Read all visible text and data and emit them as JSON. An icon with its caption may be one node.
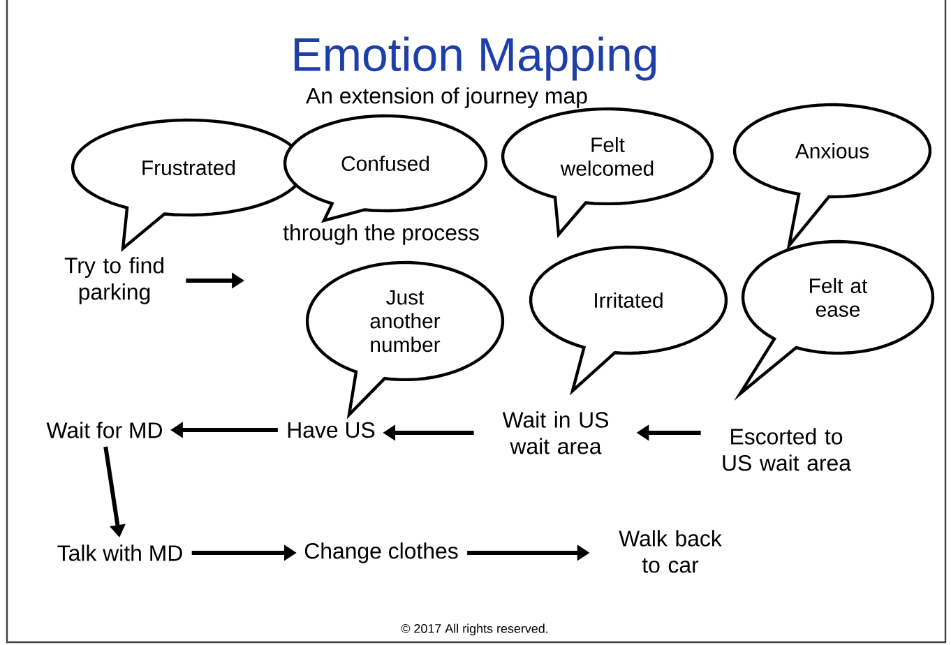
{
  "diagram": {
    "title": "Emotion Mapping",
    "nodes": [
      {
        "text": [
          "Frustrated"
        ]
      },
      {
        "text": [
          "Confused"
        ]
      },
      {
        "text": [
          "Felt welcomed"
        ]
      },
      {
        "text": [
          "Anxious"
        ]
      },
      {
        "text": [
          "Try to find parking"
        ]
      },
      {
        "text": [
          "Just another number"
        ]
      },
      {
        "text": [
          "Irritated"
        ]
      },
      {
        "text": [
          "Felt at ease"
        ]
      },
      {
        "text": [
          "Wait for MD"
        ]
      },
      {
        "text": [
          "Have US"
        ]
      },
      {
        "text": [
          "Wait in US wait area"
        ]
      },
      {
        "text": [
          "Escorted to US wait area"
        ]
      },
      {
        "text": [
          "Talk with MD"
        ]
      },
      {
        "text": [
          "Change clothes"
        ]
      },
      {
        "text": [
          "Walk back to car"
        ]
      }
    ],
    "edges": [
      {
        "from": 4,
        "to": null,
        "arrow": "to"
      },
      {
        "from": 11,
        "to": 10,
        "arrow": "to"
      },
      {
        "from": 10,
        "to": 9,
        "arrow": "to"
      },
      {
        "from": 9,
        "to": 8,
        "arrow": "to"
      },
      {
        "from": 8,
        "to": 12,
        "arrow": "to"
      },
      {
        "from": 12,
        "to": 13,
        "arrow": "to"
      },
      {
        "from": 13,
        "to": 14,
        "arrow": "to"
      }
    ],
    "labels": [
      "An extension of journey map",
      "through the process",
      "© 2017 All rights reserved."
    ]
  }
}
